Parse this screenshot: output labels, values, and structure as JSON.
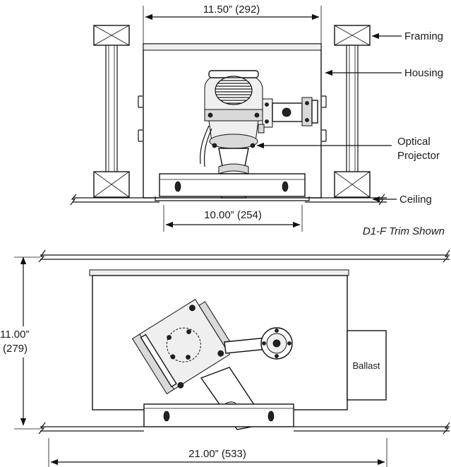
{
  "labels": {
    "dim_top_width": "11.50” (292)",
    "dim_trim_width": "10.00” (254)",
    "dim_height_line1": "11.00”",
    "dim_height_line2": "(279)",
    "dim_length": "21.00” (533)",
    "framing": "Framing",
    "housing": "Housing",
    "optical_projector_line1": "Optical",
    "optical_projector_line2": "Projector",
    "ceiling": "Ceiling",
    "trim_note": "D1-F Trim Shown",
    "ballast": "Ballast"
  }
}
